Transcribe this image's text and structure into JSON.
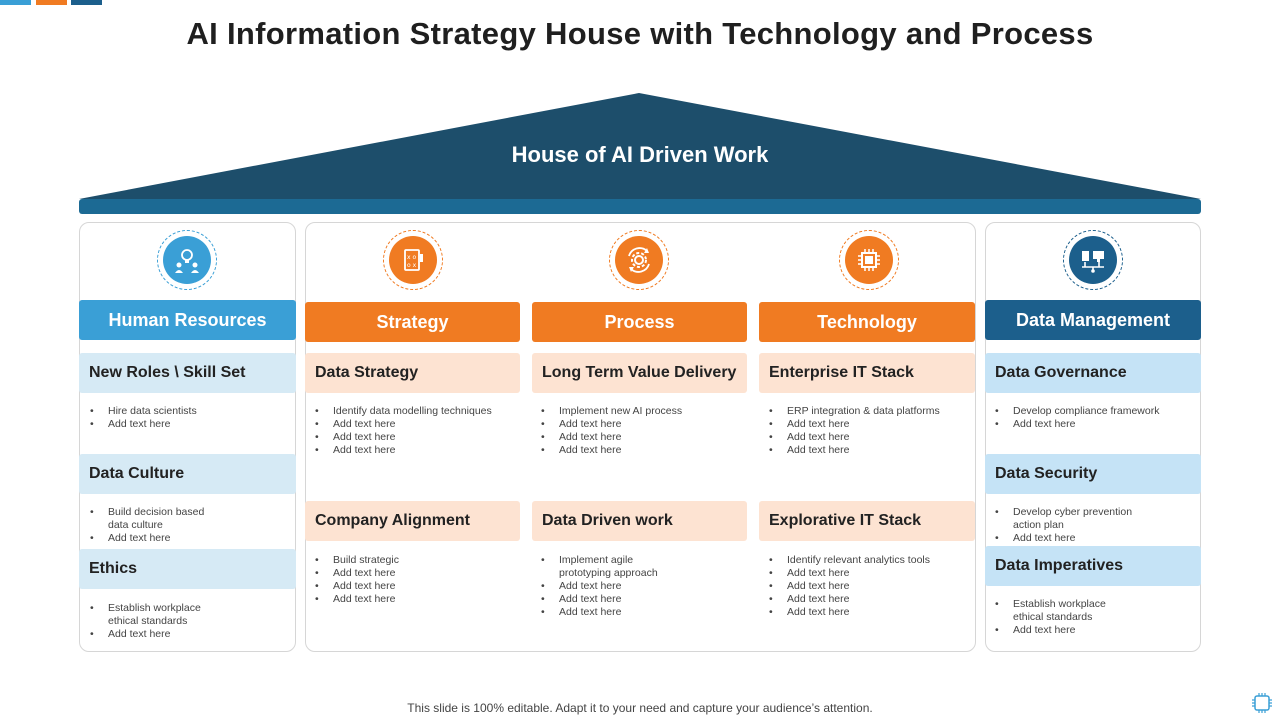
{
  "title": "AI Information Strategy House with Technology and Process",
  "roof": {
    "title": "House of AI Driven Work"
  },
  "colors": {
    "blue": "#3a9fd6",
    "orange": "#f07b22",
    "navy": "#1c5f8c",
    "roof": "#1d4e6b",
    "peach": "#fde3d2",
    "lightblue": "#d6eaf5"
  },
  "columns": [
    {
      "header": "Human Resources",
      "icon": "team-idea-icon",
      "sections": [
        {
          "title": "New Roles \\ Skill  Set",
          "bullets": [
            "Hire data scientists",
            "Add text here"
          ]
        },
        {
          "title": "Data Culture",
          "bullets": [
            "Build decision based\ndata culture",
            "Add text here"
          ]
        },
        {
          "title": "Ethics",
          "bullets": [
            "Establish workplace\nethical standards",
            "Add text here"
          ]
        }
      ]
    },
    {
      "header": "Strategy",
      "icon": "strategy-document-icon",
      "sections": [
        {
          "title": "Data Strategy",
          "bullets": [
            "Identify data modelling techniques",
            "Add text here",
            "Add text here",
            "Add text here"
          ]
        },
        {
          "title": "Company Alignment",
          "bullets": [
            "Build strategic",
            "Add text here",
            "Add text here",
            "Add text here"
          ]
        }
      ]
    },
    {
      "header": "Process",
      "icon": "process-gear-icon",
      "sections": [
        {
          "title": "Long Term Value Delivery",
          "bullets": [
            "Implement  new AI process",
            "Add text here",
            "Add text here",
            "Add text here"
          ]
        },
        {
          "title": "Data Driven work",
          "bullets": [
            "Implement  agile\nprototyping approach",
            "Add text here",
            "Add text here",
            "Add text here"
          ]
        }
      ]
    },
    {
      "header": "Technology",
      "icon": "chip-icon",
      "sections": [
        {
          "title": "Enterprise IT Stack",
          "bullets": [
            "ERP  integration & data platforms",
            "Add text here",
            "Add text here",
            "Add text here"
          ]
        },
        {
          "title": "Explorative IT Stack",
          "bullets": [
            "Identify relevant analytics tools",
            "Add text here",
            "Add text here",
            "Add text here",
            "Add text here"
          ]
        }
      ]
    },
    {
      "header": "Data Management",
      "icon": "network-computer-icon",
      "sections": [
        {
          "title": "Data Governance",
          "bullets": [
            "Develop compliance framework",
            "Add text here"
          ]
        },
        {
          "title": "Data Security",
          "bullets": [
            "Develop cyber prevention\naction plan",
            "Add text here"
          ]
        },
        {
          "title": "Data Imperatives",
          "bullets": [
            "Establish workplace\nethical standards",
            "Add text here"
          ]
        }
      ]
    }
  ],
  "footer": "This slide is 100% editable. Adapt it to your need and capture your audience’s attention."
}
